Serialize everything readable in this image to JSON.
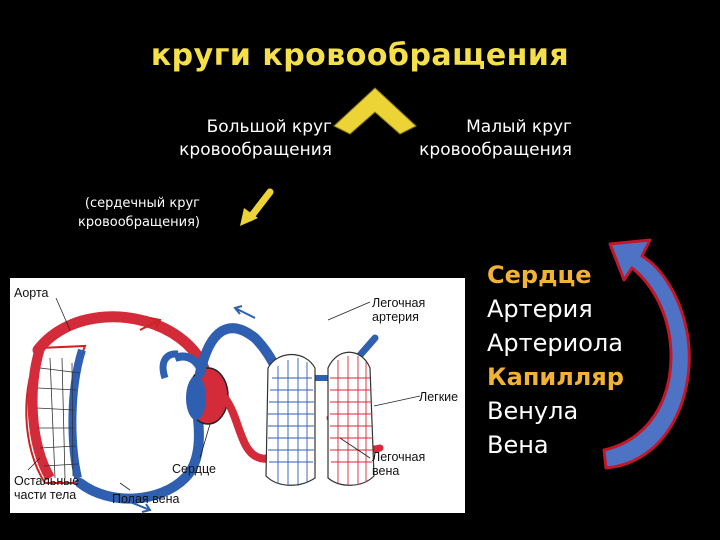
{
  "title": "круги кровообращения",
  "subtitles": {
    "big_line1": "Большой круг",
    "big_line2": "кровообращения",
    "small_line1": "Малый круг",
    "small_line2": "кровообращения",
    "note_line1": "(сердечный круг",
    "note_line2": "кровообращения)"
  },
  "diagram": {
    "labels": {
      "aorta": "Аорта",
      "pulmonary_artery_1": "Легочная",
      "pulmonary_artery_2": "артерия",
      "lungs": "Легкие",
      "heart": "Сердце",
      "pulmonary_vein_1": "Легочная",
      "pulmonary_vein_2": "вена",
      "body_parts_1": "Остальные",
      "body_parts_2": "части тела",
      "vena_cava": "Полая вена"
    }
  },
  "sequence": [
    {
      "text": "Сердце",
      "highlight": true
    },
    {
      "text": "Артерия",
      "highlight": false
    },
    {
      "text": "Артериола",
      "highlight": false
    },
    {
      "text": "Капилляр",
      "highlight": true
    },
    {
      "text": "Венула",
      "highlight": false
    },
    {
      "text": "Вена",
      "highlight": false
    }
  ],
  "colors": {
    "title": "#f5e04a",
    "highlight": "#f2b233",
    "arterial": "#d42b3a",
    "venous": "#2f5fb0",
    "arrow_yellow": "#ecd436",
    "arrow_blue": "#4f73c4",
    "arrow_outline": "#c0182a"
  }
}
